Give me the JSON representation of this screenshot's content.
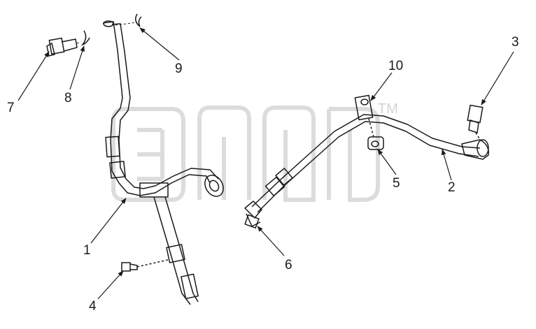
{
  "diagram": {
    "callouts": [
      "1",
      "2",
      "3",
      "4",
      "5",
      "6",
      "7",
      "8",
      "9",
      "10"
    ],
    "watermark_tm": "TM"
  },
  "colors": {
    "line": "#1a1a1a",
    "watermark": "#dcdcdc",
    "background": "#ffffff"
  }
}
